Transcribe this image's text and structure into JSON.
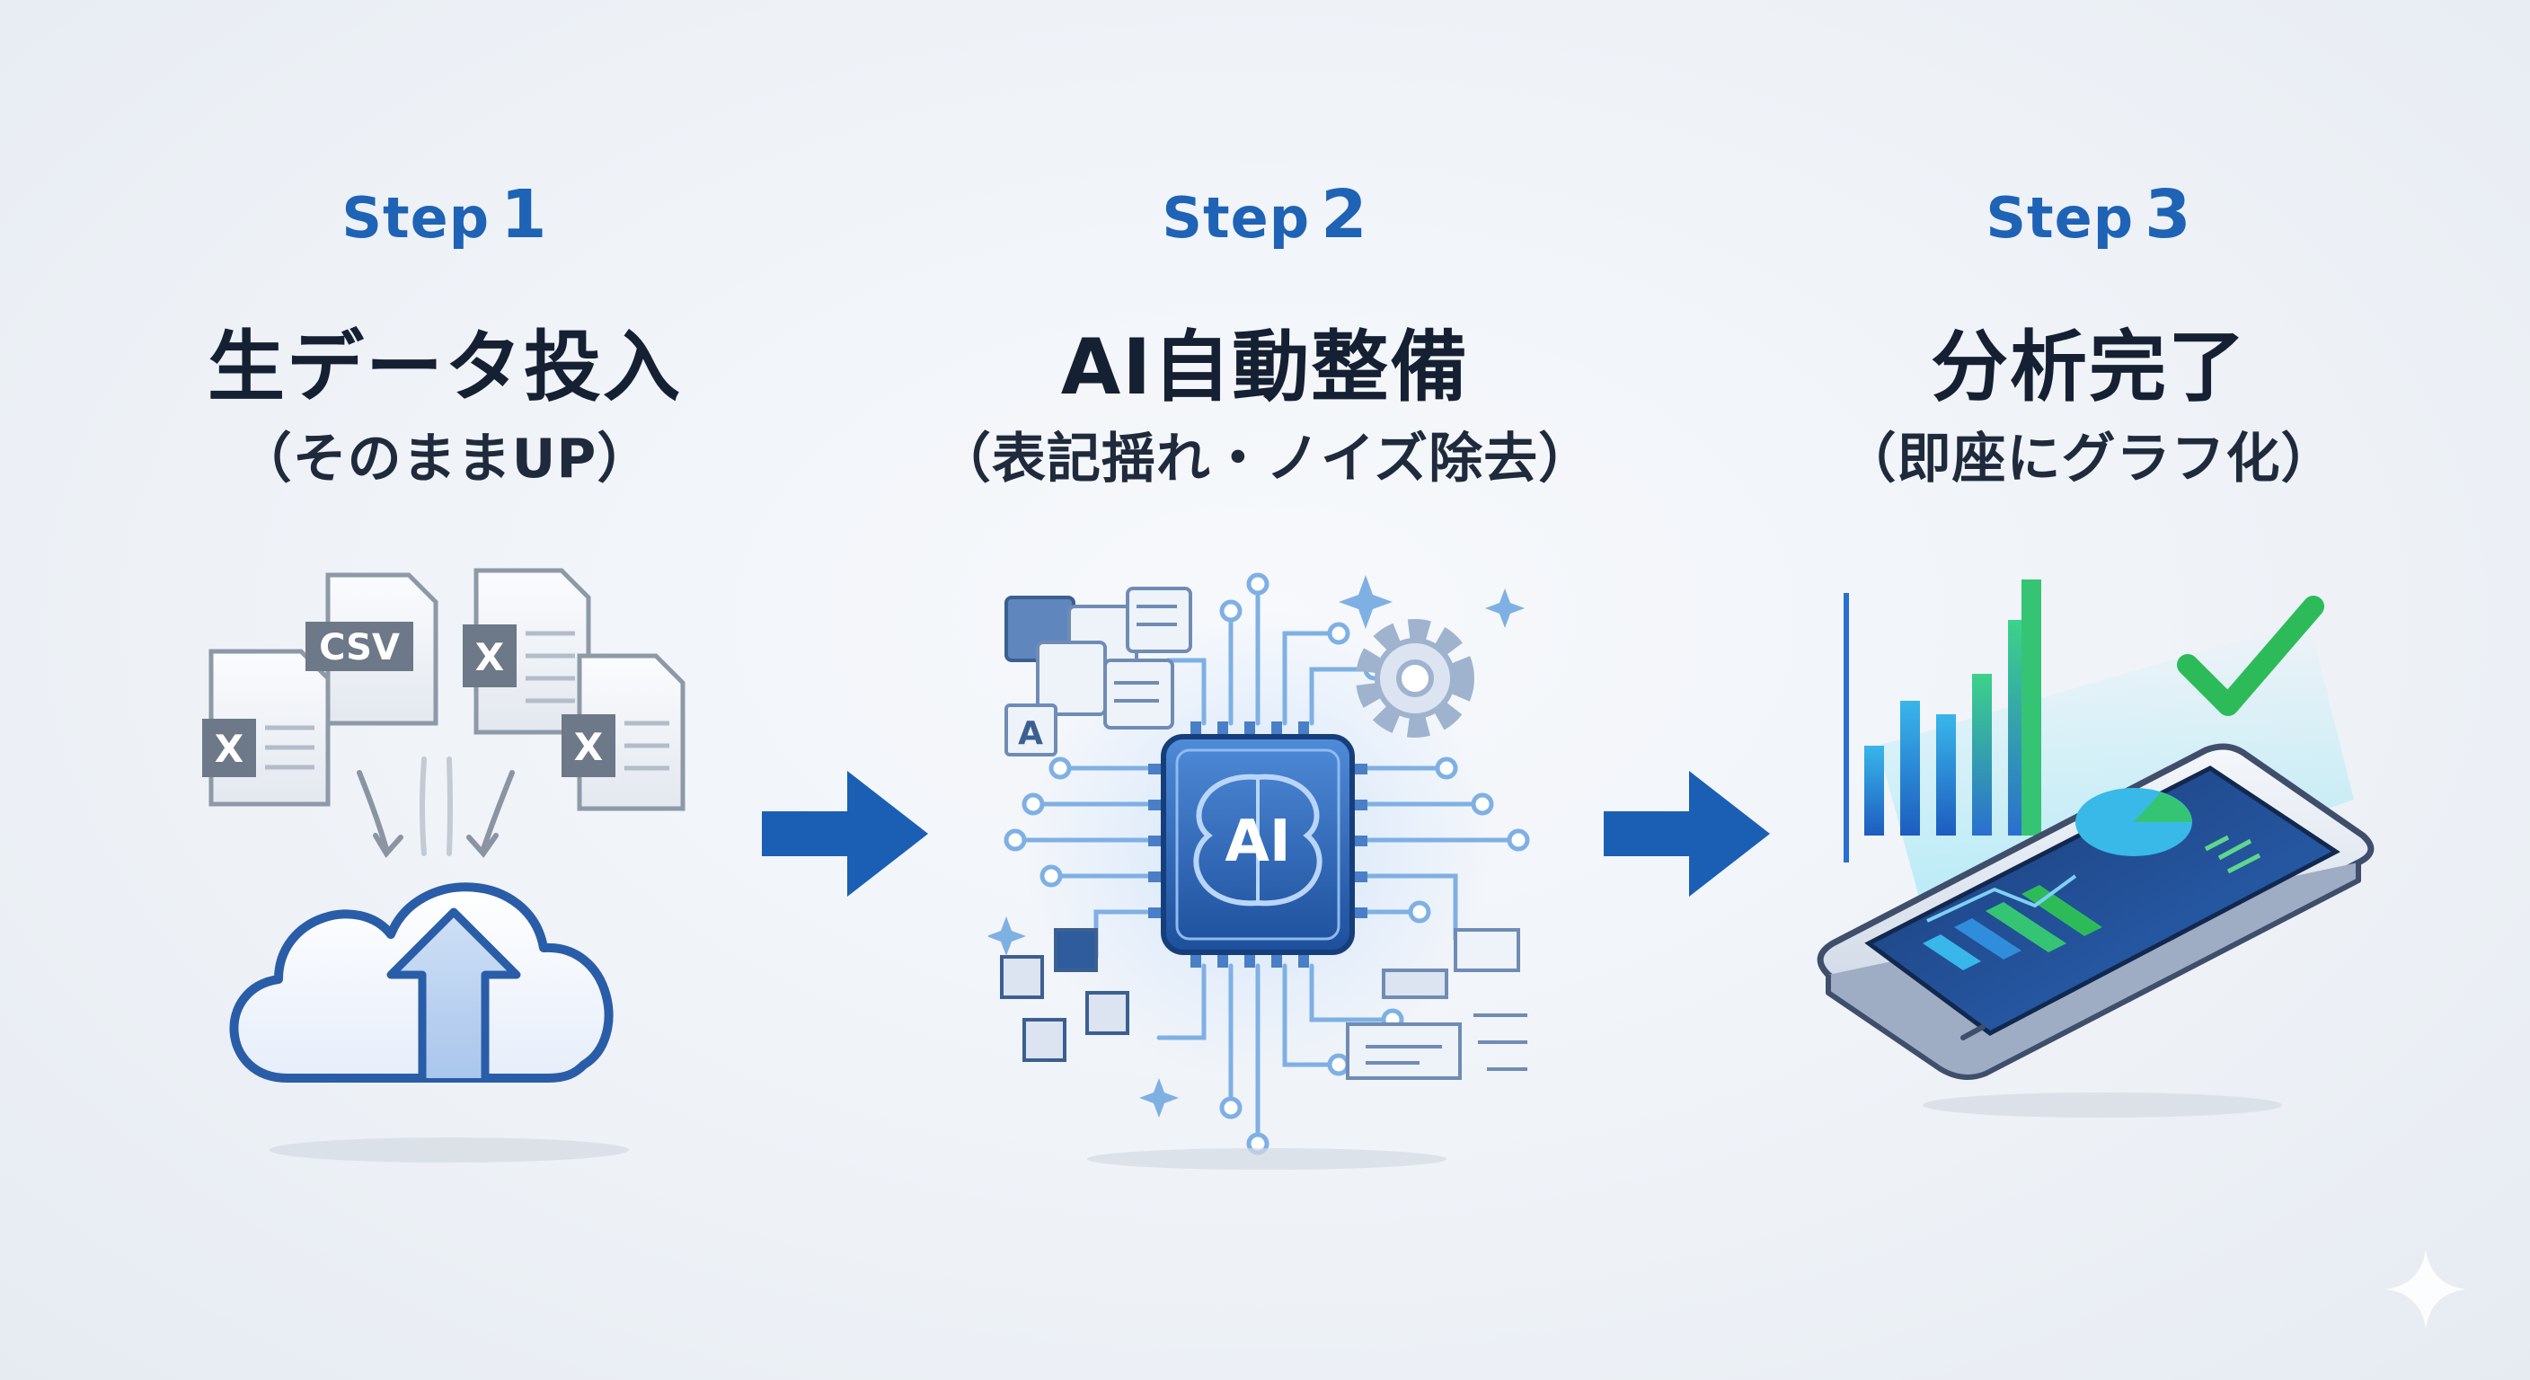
{
  "steps": [
    {
      "label": "Step",
      "number": "1",
      "title": "生データ投入",
      "subtitle": "（そのままUP）"
    },
    {
      "label": "Step",
      "number": "2",
      "title": "AI自動整備",
      "subtitle": "（表記揺れ・ノイズ除去）"
    },
    {
      "label": "Step",
      "number": "3",
      "title": "分析完了",
      "subtitle": "（即座にグラフ化）"
    }
  ],
  "icons": {
    "files": {
      "csv_label": "CSV",
      "excel_label": "X"
    },
    "chip": {
      "label": "AI"
    },
    "form": {
      "letter": "A"
    }
  },
  "colors": {
    "accent": "#1e63b5",
    "title": "#162033",
    "green": "#2dbb5a",
    "arrow": "#1a5fb4"
  }
}
